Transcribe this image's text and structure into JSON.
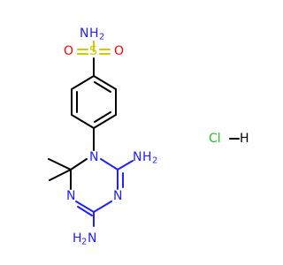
{
  "atoms": {
    "n_sulfonamide": "N",
    "h_sulfonamide": "H",
    "h2_sulfonamide": "2",
    "sulfur": "S",
    "o_left": "O",
    "o_right": "O",
    "n_ring_1": "N",
    "nh2_upper_n": "N",
    "nh2_upper_h": "H",
    "nh2_upper_sub": "2",
    "n_ring_left": "N",
    "n_ring_bottom": "N",
    "nh2_lower_h": "H",
    "nh2_lower_n": "N",
    "nh2_lower_sub": "2",
    "cl": "Cl",
    "h_hcl": "H"
  },
  "colors": {
    "carbon_bond": "#000000",
    "nitrogen": "#2020ff",
    "oxygen": "#ff0000",
    "sulfur": "#cccc00",
    "chlorine": "#1fc01f",
    "hydrogen": "#000000"
  }
}
